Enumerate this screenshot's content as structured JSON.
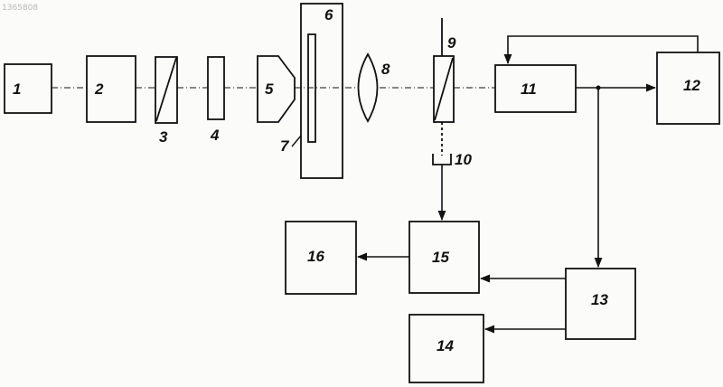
{
  "doc_id": "1365808",
  "labels": {
    "b1": "1",
    "b2": "2",
    "b3": "3",
    "b4": "4",
    "b5": "5",
    "b6": "6",
    "b7": "7",
    "b8": "8",
    "b9": "9",
    "b10": "10",
    "b11": "11",
    "b12": "12",
    "b13": "13",
    "b14": "14",
    "b15": "15",
    "b16": "16"
  },
  "colors": {
    "ink": "#111111",
    "paper": "#fbfbf9"
  }
}
